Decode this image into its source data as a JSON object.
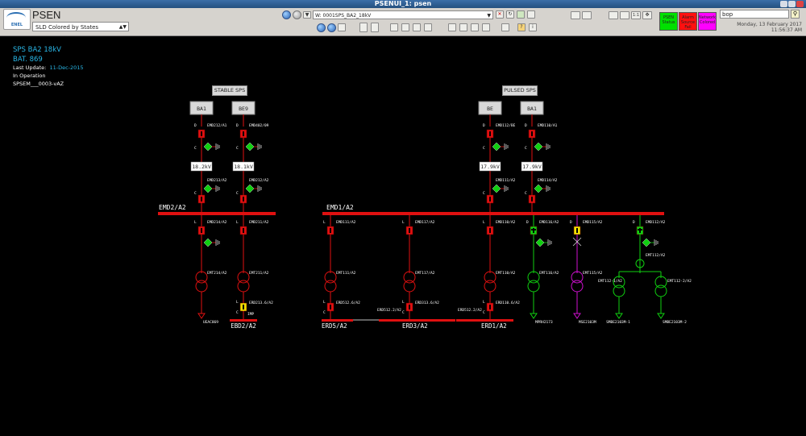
{
  "window": {
    "title": "PSENUI_1: psen"
  },
  "app": {
    "logo_text": "ENEL",
    "name": "PSEN",
    "view_select": "SLD Colored by States"
  },
  "address": {
    "value": "W: 0001SPS_BA2_18kV"
  },
  "status_buttons": [
    {
      "label": "PSEN Status",
      "color": "#00e000"
    },
    {
      "label": "Alarm Source Fail",
      "color": "#ff1010"
    },
    {
      "label": "Network Colored",
      "color": "#ff00ff"
    }
  ],
  "search": {
    "value": "bop"
  },
  "datetime": {
    "date": "Monday, 13 February 2017",
    "time": "11:56:37 AM"
  },
  "colors": {
    "energized": "#e01010",
    "ok": "#10d010",
    "warning": "#f0e000",
    "magenta": "#d010d0",
    "info_cyan": "#29b6e6"
  },
  "info": {
    "line1": "SPS  BA2 18kV",
    "line2": "BAT. 869",
    "last_update_label": "Last Update:",
    "last_update_value": "11-Dec-2015",
    "state": "In Operation",
    "code": "SPSEM___0003-vAZ"
  },
  "diagram": {
    "stable_label": "STABLE SPS",
    "pulsed_label": "PULSED SPS",
    "sources": [
      {
        "label": "BA1",
        "top_id": "EMD212/A1",
        "voltage": "18.2kV",
        "bottom_id": "EMD213/A2"
      },
      {
        "label": "BE9",
        "top_id": "EMD402/09",
        "voltage": "18.1kV",
        "bottom_id": "EMD212/A2"
      },
      {
        "label": "BE",
        "top_id": "EMD112/BE",
        "voltage": "17.9kV",
        "bottom_id": "EMD111/A2"
      },
      {
        "label": "BA1",
        "top_id": "EMD110/A1",
        "voltage": "17.9kV",
        "bottom_id": "EMD114/A2"
      }
    ],
    "busbars": {
      "left": "EMD2/A2",
      "right": "EMD1/A2"
    },
    "feeders": [
      {
        "breaker": "EMD214/A2",
        "transformer": "EMT214/A2",
        "load": "UEAC869"
      },
      {
        "breaker": "EMD211/A2",
        "transformer": "EMT211/A2",
        "lower_breaker": "ERD213.6/A2",
        "lower_label": "IMP",
        "bus": "EBD2/A2"
      },
      {
        "breaker": "EMD111/A2",
        "transformer": "EMT111/A2",
        "lower_breaker": "ERD512.6/A2"
      },
      {
        "breaker": "EMD117/A2",
        "transformer": "EMT117/A2",
        "lower_breaker": "ERD313.6/A2",
        "side_label": "ERD512.2/A2"
      },
      {
        "breaker": "EMD110/A2",
        "transformer": "EMT110/A2",
        "lower_breaker": "ERD110.6/A2",
        "side_label": "ERD512.2/A2"
      },
      {
        "breaker": "EMD116/A2",
        "transformer": "EMT116/A2",
        "load": "MPRH2173"
      },
      {
        "breaker": "EMD115/A2",
        "transformer": "EMT115/A2",
        "load": "MSE2103M"
      },
      {
        "breaker": "EMD112/A2",
        "sub_id": "EMT112/A2",
        "transformers": [
          "EMT112-1/A2",
          "EMT112-2/A2"
        ],
        "loads": [
          "SMBE2103M-1",
          "SMBE2103M-2"
        ]
      }
    ],
    "lower_buses": [
      "ERD5/A2",
      "ERD3/A2",
      "ERD1/A2"
    ]
  }
}
